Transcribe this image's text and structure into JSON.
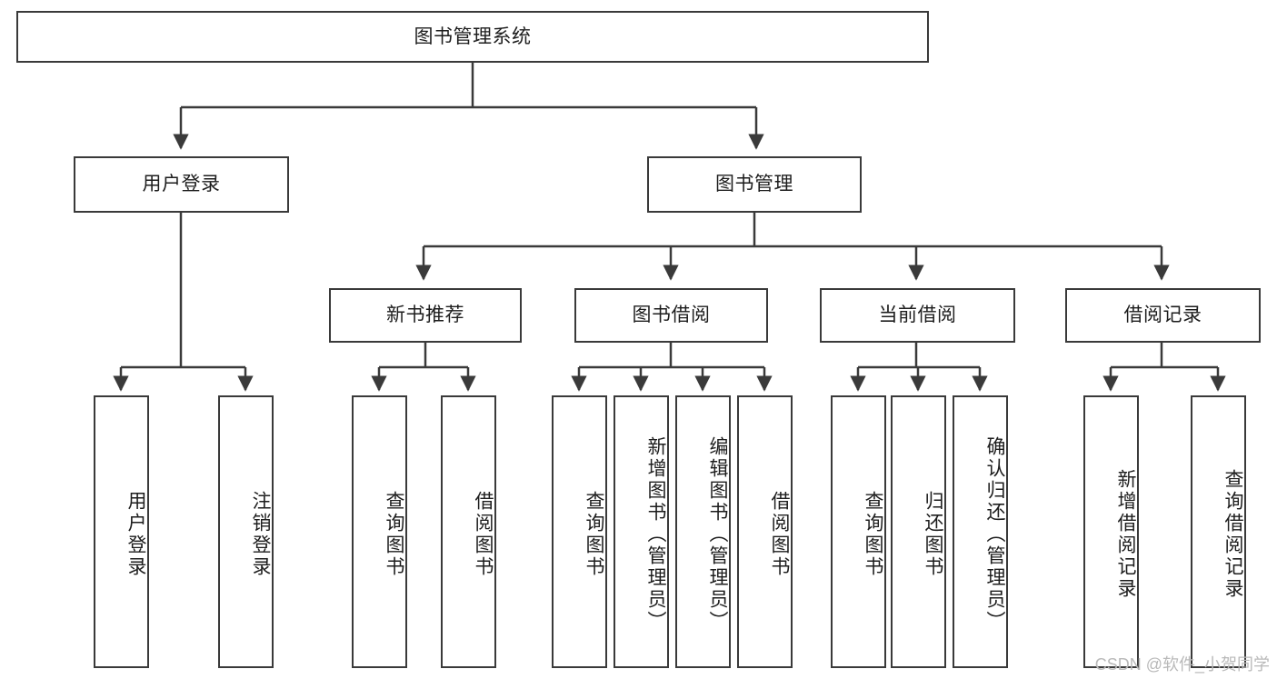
{
  "diagram": {
    "title": "图书管理系统",
    "type": "tree-hierarchy-chart",
    "orientation": "top-down",
    "stroke_color": "#3a3a3a",
    "fill_color": "#ffffff",
    "text_color": "#1d1d1d",
    "root": {
      "label": "图书管理系统"
    },
    "level1": [
      {
        "label": "用户登录"
      },
      {
        "label": "图书管理"
      }
    ],
    "level2": [
      {
        "label": "新书推荐"
      },
      {
        "label": "图书借阅"
      },
      {
        "label": "当前借阅"
      },
      {
        "label": "借阅记录"
      }
    ],
    "leaves": {
      "user_login": [
        {
          "label": "用户登录"
        },
        {
          "label": "注销登录"
        }
      ],
      "new_book_recommend": [
        {
          "label": "查询图书"
        },
        {
          "label": "借阅图书"
        }
      ],
      "book_borrow": [
        {
          "label": "查询图书"
        },
        {
          "label": "新增图书（管理员）"
        },
        {
          "label": "编辑图书（管理员）"
        },
        {
          "label": "借阅图书"
        }
      ],
      "current_borrow": [
        {
          "label": "查询图书"
        },
        {
          "label": "归还图书"
        },
        {
          "label": "确认归还（管理员）"
        }
      ],
      "borrow_record": [
        {
          "label": "新增借阅记录"
        },
        {
          "label": "查询借阅记录"
        }
      ]
    }
  },
  "watermark": {
    "text": "CSDN @软件_小贺同学"
  }
}
